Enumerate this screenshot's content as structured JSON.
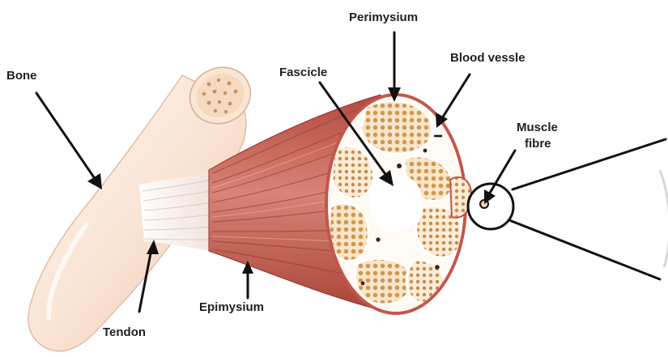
{
  "labels": {
    "bone": "Bone",
    "tendon": "Tendon",
    "epimysium": "Epimysium",
    "perimysium": "Perimysium",
    "fascicle": "Fascicle",
    "blood_vessel": "Blood vessle",
    "muscle_fibre_line1": "Muscle",
    "muscle_fibre_line2": "fibre"
  },
  "colors": {
    "bone": "#fbe9dc",
    "bone_shade": "#ebc8b0",
    "muscle": "#c9675a",
    "muscle_dark": "#9e3f35",
    "fascicle_fill": "#f7e3c6",
    "fiber_dot": "#d49a56",
    "arrow": "#111111"
  },
  "icons": {
    "bone": "bone-illustration",
    "tendon": "tendon-fibers-illustration",
    "muscle": "muscle-belly-illustration",
    "cross_section": "muscle-cross-section-illustration",
    "magnify": "magnifier-circle"
  }
}
